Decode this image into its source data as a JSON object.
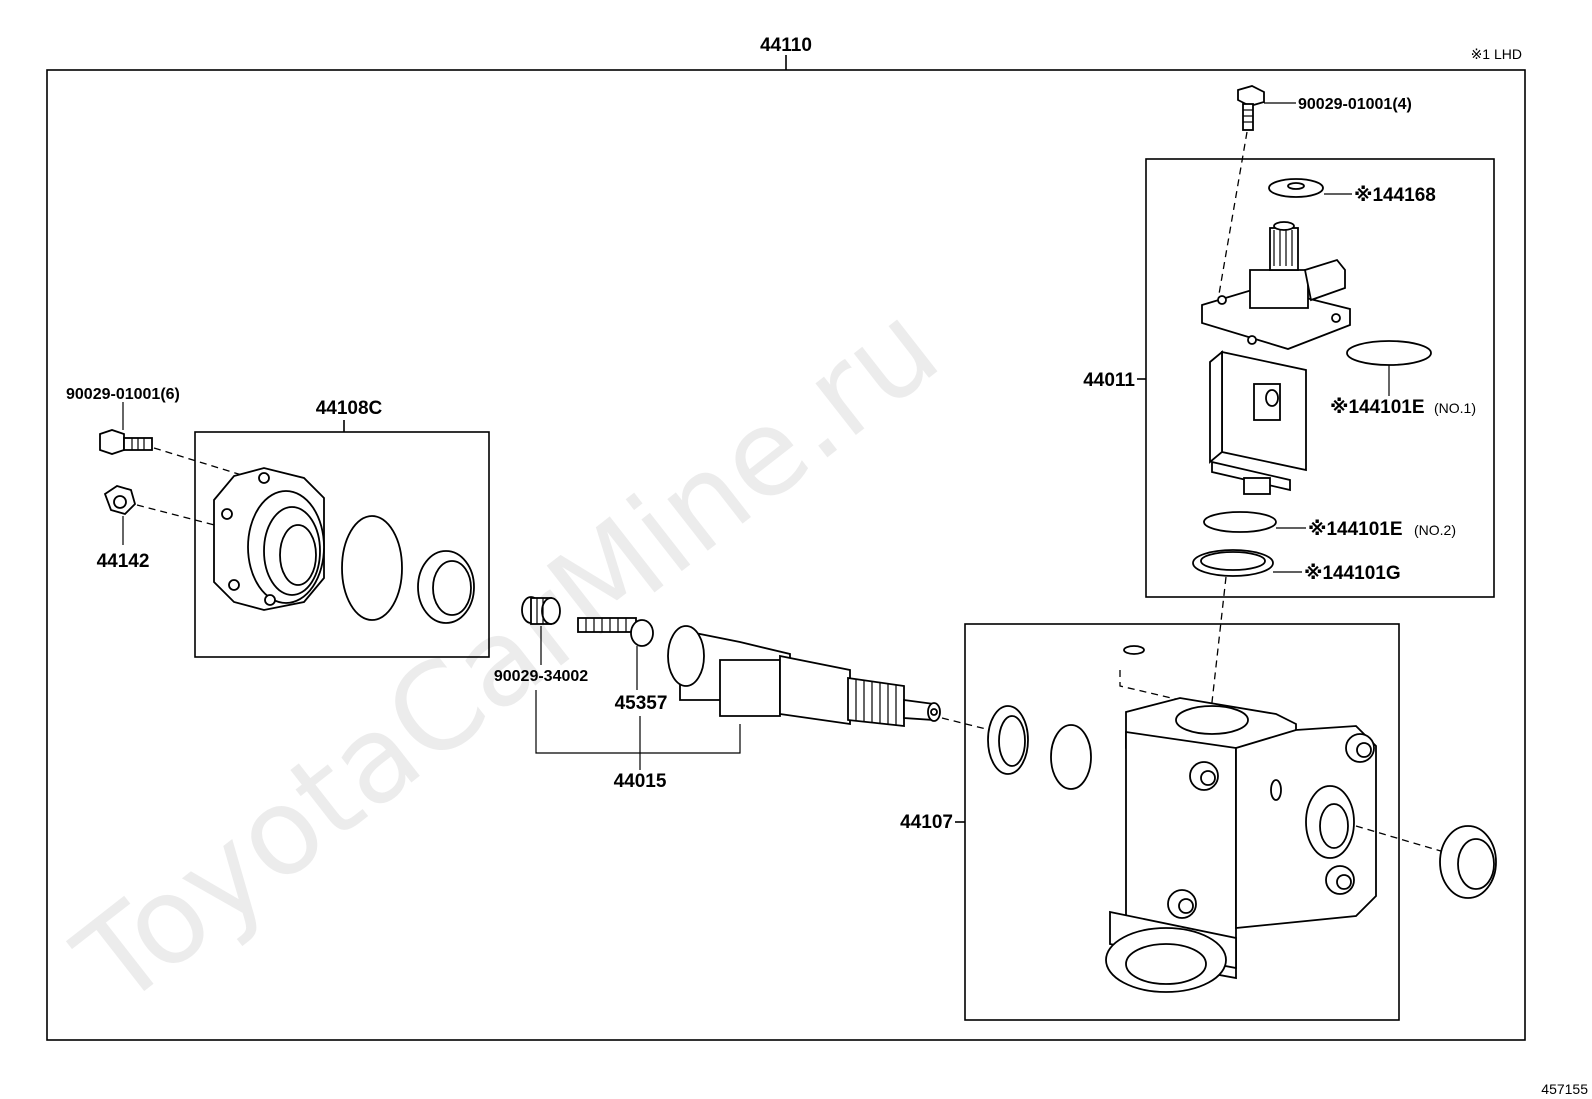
{
  "watermark": "ToyotaCarMine.ru",
  "figure_id": "457155",
  "note": "※1 LHD",
  "labels": {
    "assembly": "44110",
    "bolt_top": "90029-01001(4)",
    "washer": "※144168",
    "valve_assy": "44011",
    "oring_no1": "※144101E",
    "oring_no1_suffix": "(NO.1)",
    "oring_no2": "※144101E",
    "oring_no2_suffix": "(NO.2)",
    "ring_g": "※144101G",
    "bolt_left": "90029-01001(6)",
    "end_cover": "44108C",
    "nut": "44142",
    "plug": "90029-34002",
    "screw": "45357",
    "sector_shaft": "44015",
    "housing": "44107"
  }
}
